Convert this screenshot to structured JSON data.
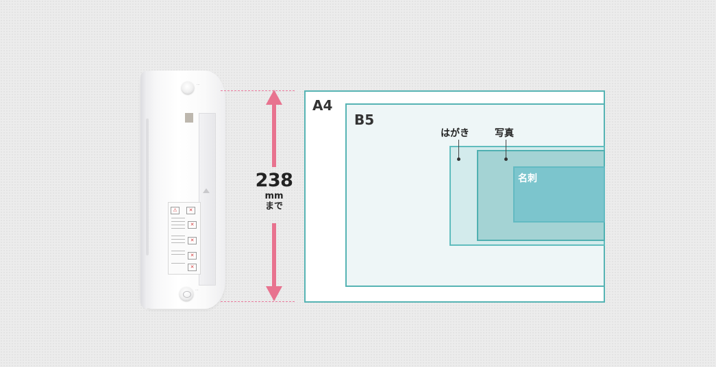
{
  "dimension": {
    "value": "238",
    "unit": "mm",
    "suffix": "まで",
    "accent_color": "#e8738f"
  },
  "paper_sizes": {
    "a4": "A4",
    "b5": "B5",
    "postcard": "はがき",
    "photo": "写真",
    "business_card": "名刺",
    "border_color": "#55b3b3"
  },
  "device": {
    "product": "paper shredder"
  }
}
